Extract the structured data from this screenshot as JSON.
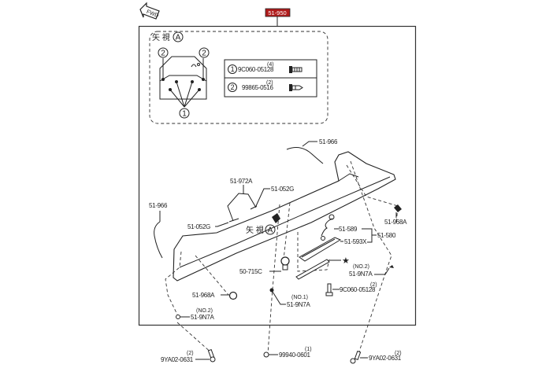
{
  "diagram": {
    "group_code": "51-950",
    "group_code_color": "#b01c1c",
    "direction_marker": "FWD",
    "detail_view": {
      "title": "矢 視",
      "title_circle": "A",
      "callout_1": "1",
      "callout_2": "2",
      "fastener_table": [
        {
          "index": "1",
          "part_no": "9C060-05128",
          "qty": "(4)",
          "icon": "screw-icon"
        },
        {
          "index": "2",
          "part_no": "99865-0516",
          "qty": "(2)",
          "icon": "tapping-screw-icon"
        }
      ]
    },
    "main_view_marker": {
      "label": "矢 視",
      "circle": "A"
    },
    "callouts": {
      "weatherstrip_top": "51-966",
      "weatherstrip_left": "51-966",
      "wire_harness": "51-972A",
      "clip_upper": "51-052G",
      "clip_lower": "51-052G",
      "nut_right": "51-968A",
      "nut_left": "51-968A",
      "lamp_sub_1": "51-589",
      "lamp_sub_2": "51-593X",
      "lamp_assy": "51-580",
      "grommet": "50-715C",
      "star_note": "★",
      "gasket_no2_right_note": "(NO.2)",
      "gasket_no2_right": "51-9N7A",
      "screw_lamp": "9C060-05128",
      "screw_lamp_qty": "(2)",
      "gasket_no1_note": "(NO.1)",
      "gasket_no1": "51-9N7A",
      "gasket_no2_left_note": "(NO.2)",
      "gasket_no2_left": "51-9N7A",
      "bolt_left": "9YA02-0631",
      "bolt_left_qty": "(2)",
      "nut_center": "99940-0601",
      "nut_center_qty": "(1)",
      "bolt_right": "9YA02-0631",
      "bolt_right_qty": "(2)"
    }
  }
}
